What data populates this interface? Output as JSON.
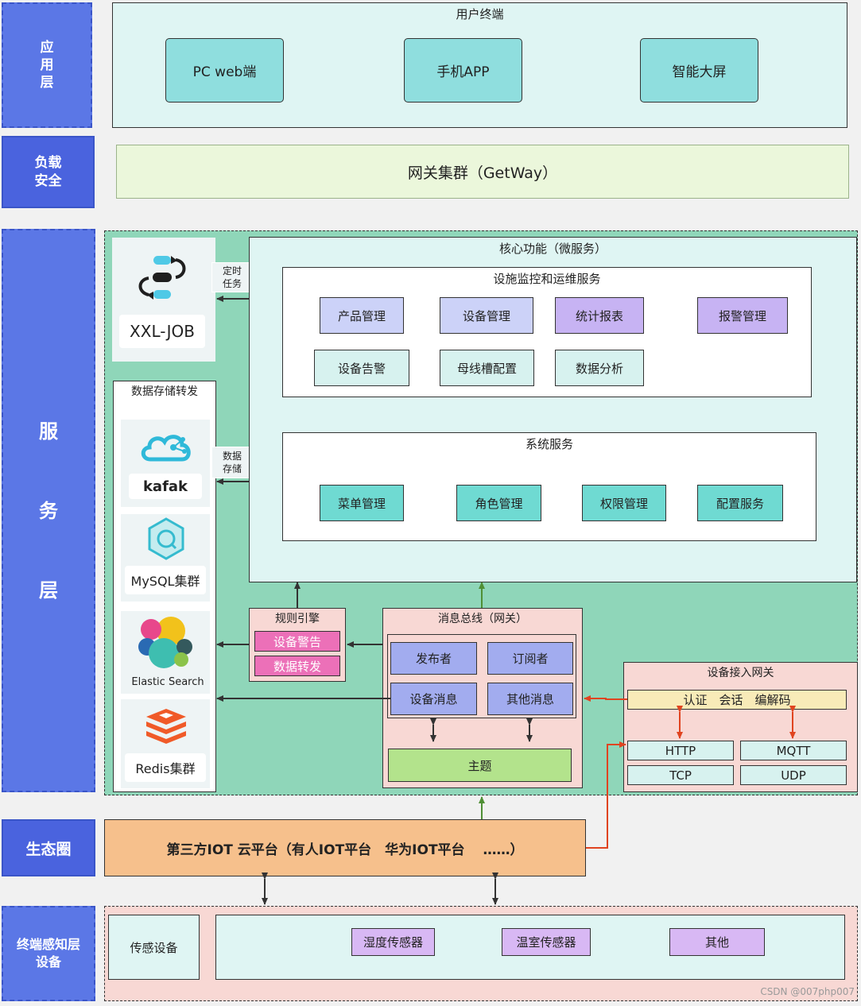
{
  "layers": {
    "app": [
      "应",
      "用",
      "层"
    ],
    "lb": [
      "负载",
      "安全"
    ],
    "svc": [
      "服",
      "务",
      "层"
    ],
    "eco": "生态圈",
    "term": [
      "终端感知层",
      "设备"
    ]
  },
  "app_layer": {
    "title": "用户终端",
    "items": [
      "PC web端",
      "手机APP",
      "智能大屏"
    ]
  },
  "gateway_cluster": "网关集群（GetWay）",
  "xxl_job": {
    "label": "XXL-JOB",
    "edge_label": "定时\n任务"
  },
  "storage": {
    "title": "数据存储转发",
    "edge_label": "数据\n存储",
    "kafka": "kafak",
    "mysql": "MySQL集群",
    "elastic": "Elastic Search",
    "redis": "Redis集群"
  },
  "core": {
    "title": "核心功能（微服务）",
    "monitor": {
      "title": "设施监控和运维服务",
      "items": [
        "产品管理",
        "设备管理",
        "统计报表",
        "报警管理",
        "设备告警",
        "母线槽配置",
        "数据分析"
      ]
    },
    "system": {
      "title": "系统服务",
      "items": [
        "菜单管理",
        "角色管理",
        "权限管理",
        "配置服务"
      ]
    }
  },
  "rule_engine": {
    "title": "规则引擎",
    "items": [
      "设备警告",
      "数据转发"
    ]
  },
  "message_bus": {
    "title": "消息总线（网关）",
    "items": [
      "发布者",
      "订阅者",
      "设备消息",
      "其他消息"
    ],
    "topic": "主题"
  },
  "device_gateway": {
    "title": "设备接入网关",
    "auth": "认证　会话　编解码",
    "protocols": [
      "HTTP",
      "MQTT",
      "TCP",
      "UDP"
    ]
  },
  "third_party": "第三方IOT 云平台（有人IOT平台　华为IOT平台　 ……）",
  "terminal": {
    "sensor_device": "传感设备",
    "items": [
      "湿度传感器",
      "温室传感器",
      "其他"
    ]
  },
  "watermark": "CSDN @007php007",
  "colors": {
    "layer_side": "#5b77e6",
    "app_bg": "#dff5f3",
    "app_item": "#8fdede",
    "gateway_bg": "#ebf7db",
    "service_bg": "#8fd6b9",
    "core_bg": "#dff5f3",
    "item_blue": "#ccd2f8",
    "item_purple": "#c7b3f3",
    "item_teal": "#d7f2ef",
    "item_cyan": "#6fdad2",
    "pink_panel": "#f8d8d4",
    "bus_item": "#a2acef",
    "topic": "#b3e38c",
    "rule_item": "#ec70b8",
    "auth_bg": "#f8ebb8",
    "third_party": "#f6c08c"
  }
}
